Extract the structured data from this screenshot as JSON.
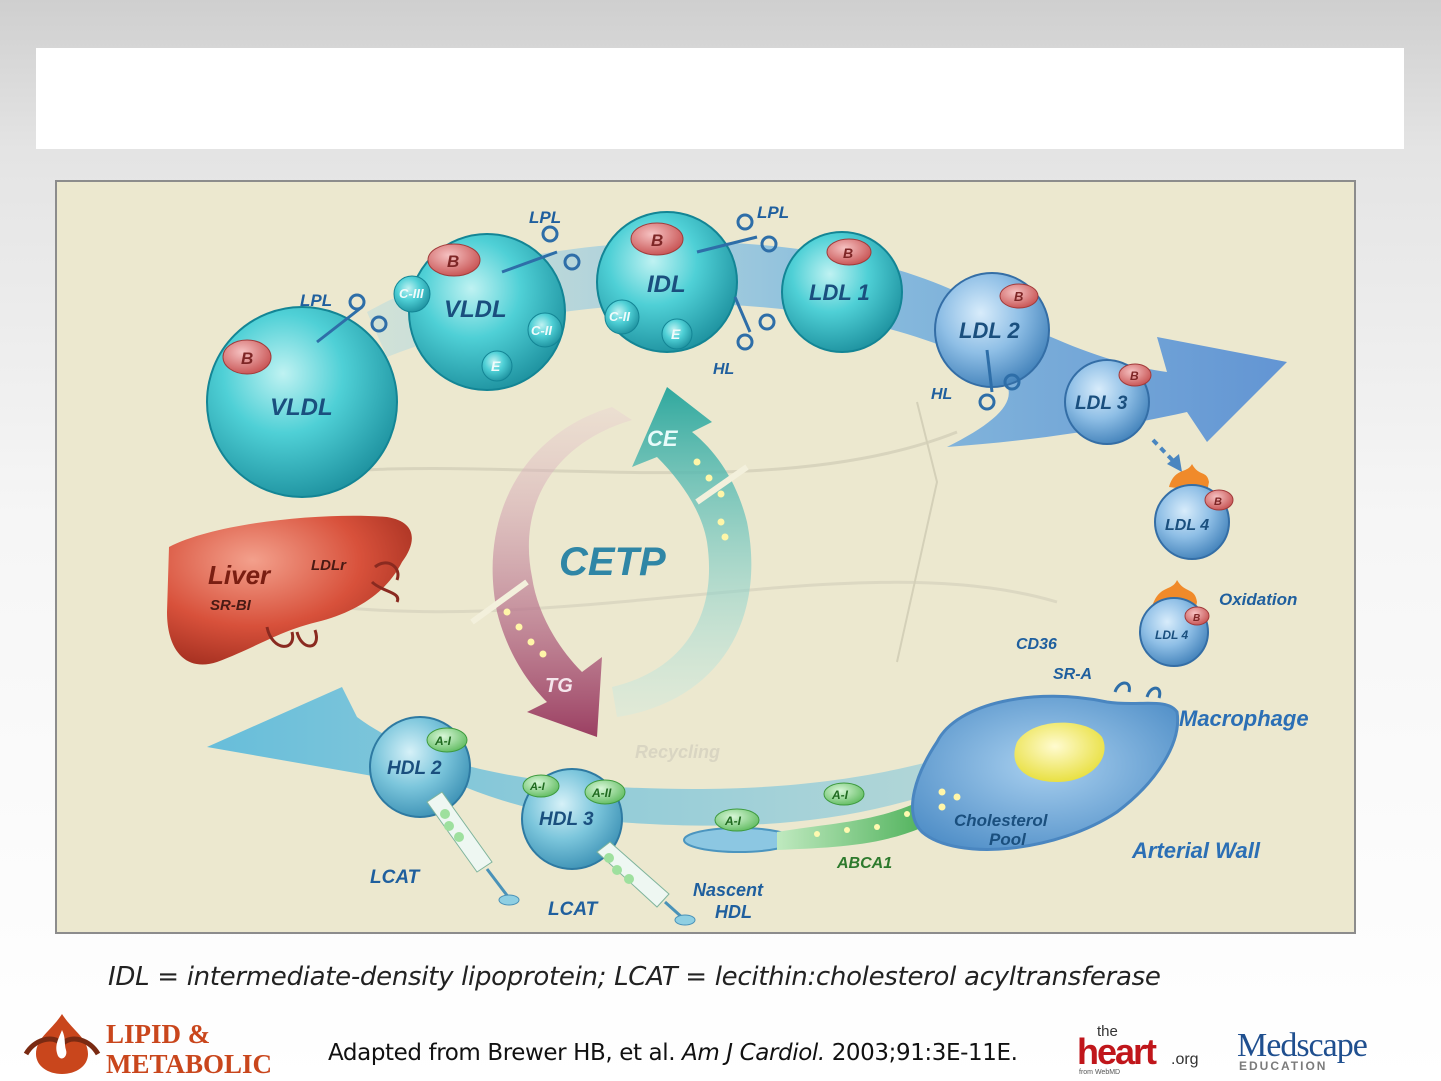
{
  "diagram": {
    "particles": {
      "vldl_large": "VLDL",
      "vldl_small": "VLDL",
      "idl": "IDL",
      "ldl1": "LDL 1",
      "ldl2": "LDL 2",
      "ldl3": "LDL 3",
      "ldl4": "LDL 4",
      "ldl4_oxidized": "LDL 4",
      "hdl2": "HDL 2",
      "hdl3": "HDL 3"
    },
    "apolipoproteins": {
      "b": "B",
      "c3": "C-III",
      "c2": "C-II",
      "e": "E",
      "a1": "A-I",
      "a2": "A-II"
    },
    "enzymes": {
      "lpl": "LPL",
      "hl": "HL",
      "lcat": "LCAT",
      "cetp": "CETP",
      "abca1": "ABCA1"
    },
    "labels": {
      "liver": "Liver",
      "ldlr": "LDLr",
      "srbi": "SR-BI",
      "ce": "CE",
      "tg": "TG",
      "recycling": "Recycling",
      "oxidation": "Oxidation",
      "cd36": "CD36",
      "sra": "SR-A",
      "macrophage": "Macrophage",
      "cholesterol_pool_1": "Cholesterol",
      "cholesterol_pool_2": "Pool",
      "arterial_wall": "Arterial Wall",
      "nascent_hdl_1": "Nascent",
      "nascent_hdl_2": "HDL"
    }
  },
  "caption": "IDL = intermediate-density lipoprotein; LCAT = lecithin:cholesterol acyltransferase",
  "footer": {
    "logo_lipid_line1": "LIPID &",
    "logo_lipid_line2": "METABOLIC",
    "citation_pre": "Adapted from Brewer HB, et al.",
    "citation_journal": "Am J Cardiol.",
    "citation_post": "2003;91:3E-11E.",
    "heart_the": "the",
    "heart_main": "heart",
    "heart_org": ".org",
    "heart_sub": "from WebMD",
    "medscape_main": "Medscape",
    "medscape_sub": "EDUCATION"
  },
  "colors": {
    "panel_bg": "#ece8cf",
    "particle_teal": "#45c9cf",
    "particle_blue": "#6ea6d8",
    "apo_b_red": "#d96a6a",
    "apo_green": "#7fd37f",
    "liver_red": "#d2452f",
    "label_blue": "#1f5f9e",
    "cetp_teal": "#2f8fa8",
    "tg_arrow": "#a2496a",
    "ce_arrow": "#43b7ad"
  }
}
